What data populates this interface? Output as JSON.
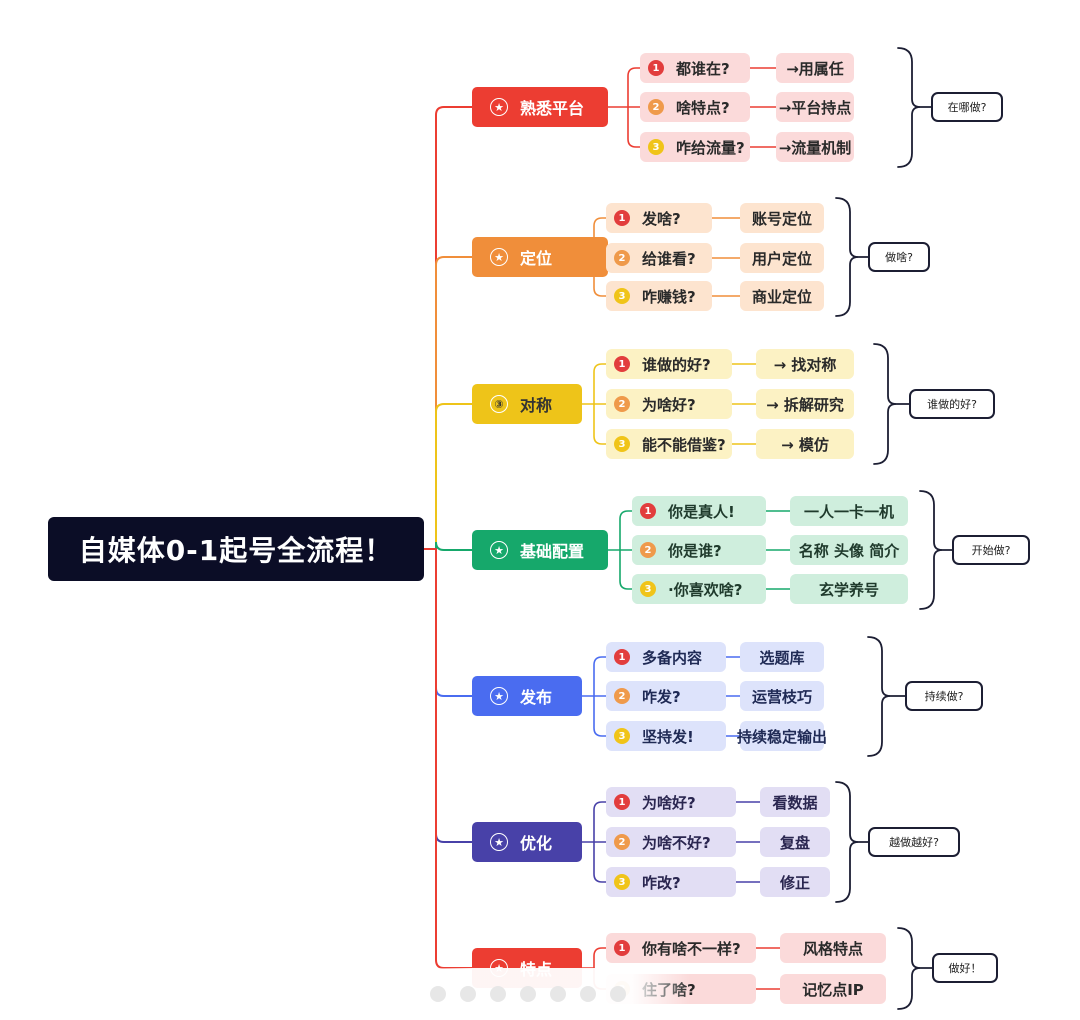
{
  "root": {
    "title": "自媒体0-1起号全流程！"
  },
  "branches": [
    {
      "label": "熟悉平台",
      "color": "#ec3d32",
      "star": "★",
      "items": [
        {
          "q": "都谁在?",
          "a": "→用属任"
        },
        {
          "q": "啥特点?",
          "a": "→平台持点"
        },
        {
          "q": "咋给流量?",
          "a": "→流量机制"
        }
      ],
      "tag": "在哪做?"
    },
    {
      "label": "定位",
      "color": "#f08e3a",
      "star": "★",
      "items": [
        {
          "q": "发啥?",
          "a": "账号定位"
        },
        {
          "q": "给谁看?",
          "a": "用户定位"
        },
        {
          "q": "咋赚钱?",
          "a": "商业定位"
        }
      ],
      "tag": "做啥?"
    },
    {
      "label": "对称",
      "color": "#eec419",
      "star": "③",
      "items": [
        {
          "q": "谁做的好?",
          "a": "→ 找对称"
        },
        {
          "q": "为啥好?",
          "a": "→ 拆解研究"
        },
        {
          "q": "能不能借鉴?",
          "a": "→ 模仿"
        }
      ],
      "tag": "谁做的好?"
    },
    {
      "label": "基础配置",
      "color": "#16a86b",
      "star": "★",
      "items": [
        {
          "q": "你是真人!",
          "a": "一人一卡一机"
        },
        {
          "q": "你是谁?",
          "a": "名称 头像 简介"
        },
        {
          "q": "·你喜欢啥?",
          "a": "玄学养号"
        }
      ],
      "tag": "开始做?"
    },
    {
      "label": "发布",
      "color": "#4a6cf0",
      "star": "★",
      "items": [
        {
          "q": "多备内容",
          "a": "选题库"
        },
        {
          "q": "咋发?",
          "a": "运营枝巧"
        },
        {
          "q": "坚持发!",
          "a": "持续稳定输出"
        }
      ],
      "tag": "持续做?"
    },
    {
      "label": "优化",
      "color": "#4841a8",
      "star": "★",
      "items": [
        {
          "q": "为啥好?",
          "a": "看数据"
        },
        {
          "q": "为啥不好?",
          "a": "复盘"
        },
        {
          "q": "咋改?",
          "a": "修正"
        }
      ],
      "tag": "越做越好?"
    },
    {
      "label": "特点",
      "color": "#ec3d32",
      "star": "★",
      "items": [
        {
          "q": "你有啥不一样?",
          "a": "风格特点"
        },
        {
          "q": "住了啥?",
          "a": "记忆点IP"
        }
      ],
      "tag": "做好！"
    }
  ],
  "numbers": [
    "1",
    "2",
    "3"
  ]
}
